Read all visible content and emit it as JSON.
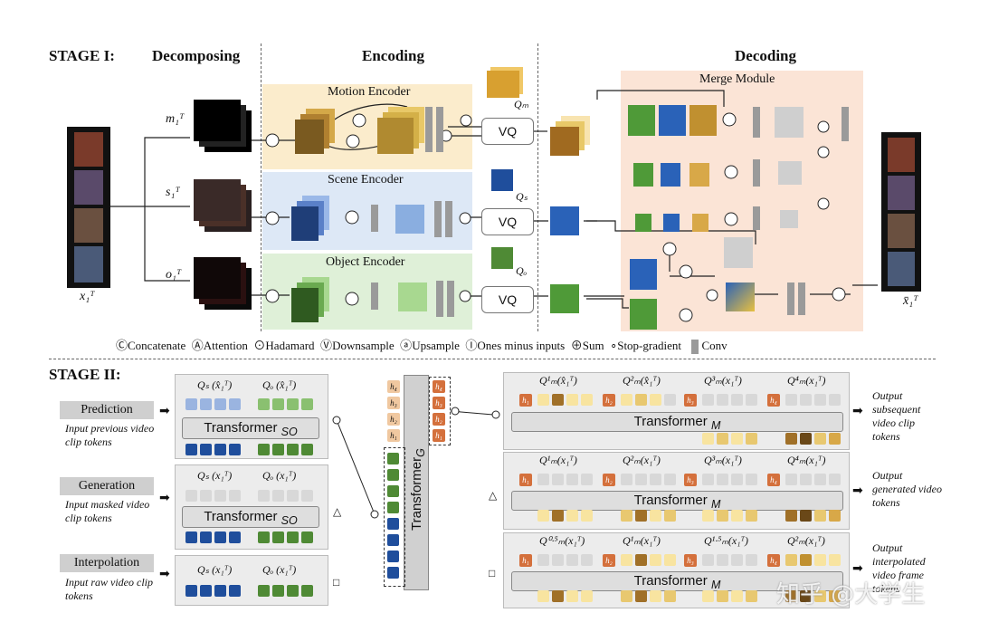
{
  "stage1": {
    "title": "STAGE I:",
    "sections": {
      "decomposing": "Decomposing",
      "encoding": "Encoding",
      "decoding": "Decoding"
    },
    "inputs": {
      "x": "x₁ᵀ",
      "m": "m₁ᵀ",
      "s": "s₁ᵀ",
      "o": "o₁ᵀ",
      "out": "x̄₁ᵀ"
    },
    "encoders": {
      "motion": "Motion Encoder",
      "scene": "Scene Encoder",
      "object": "Object Encoder"
    },
    "vq": "VQ",
    "q_labels": {
      "m": "Qₘ",
      "s": "Qₛ",
      "o": "Qₒ"
    },
    "merge": "Merge Module"
  },
  "legend": {
    "concat": "Concatenate",
    "attention": "Attention",
    "hadamard": "Hadamard",
    "downsample": "Downsample",
    "upsample": "Upsample",
    "ones_minus": "Ones minus inputs",
    "sum": "Sum",
    "stop_grad": "Stop-gradient",
    "conv": "Conv"
  },
  "stage2": {
    "title": "STAGE II:",
    "tasks": [
      {
        "name": "Prediction",
        "desc": "Input previous video clip tokens"
      },
      {
        "name": "Generation",
        "desc": "Input masked video clip tokens"
      },
      {
        "name": "Interpolation",
        "desc": "Input raw video clip tokens"
      }
    ],
    "left_q": [
      {
        "s": "Qₛ (x̂₁ᵀ)",
        "o": "Qₒ (x̂₁ᵀ)"
      },
      {
        "s": "Qₛ (x₁ᵀ)",
        "o": "Qₒ (x₁ᵀ)"
      },
      {
        "s": "Qₛ (x₁ᵀ)",
        "o": "Qₒ (x₁ᵀ)"
      }
    ],
    "transformer_so": "Transformer",
    "transformer_so_sub": "SO",
    "transformer_g": "Transformer",
    "transformer_g_sub": "G",
    "transformer_m": "Transformer",
    "transformer_m_sub": "M",
    "h_labels": [
      "h₄",
      "h₃",
      "h₂",
      "h₁"
    ],
    "right_q": [
      [
        "Q¹ₘ(x̂₁ᵀ)",
        "Q²ₘ(x̂₁ᵀ)",
        "Q³ₘ(x₁ᵀ)",
        "Q⁴ₘ(x₁ᵀ)"
      ],
      [
        "Q¹ₘ(x₁ᵀ)",
        "Q²ₘ(x₁ᵀ)",
        "Q³ₘ(x₁ᵀ)",
        "Q⁴ₘ(x₁ᵀ)"
      ],
      [
        "Q⁰·⁵ₘ(x₁ᵀ)",
        "Q¹ₘ(x₁ᵀ)",
        "Q¹·⁵ₘ(x₁ᵀ)",
        "Q²ₘ(x₁ᵀ)"
      ]
    ],
    "hk": [
      "h₁",
      "h₂",
      "h₃",
      "h₄"
    ],
    "outputs": [
      "Output subsequent video clip tokens",
      "Output generated video tokens",
      "Output interpolated video frame tokens"
    ],
    "watermark": "知乎 @大学生"
  },
  "colors": {
    "motion_bg": "#fbeccc",
    "scene_bg": "#dde8f6",
    "object_bg": "#dff0d8",
    "merge_bg": "#fbe4d6",
    "blue": "#1f4e9c",
    "green": "#4f8a35",
    "gold": "#c09030",
    "orange": "#d4703c"
  }
}
